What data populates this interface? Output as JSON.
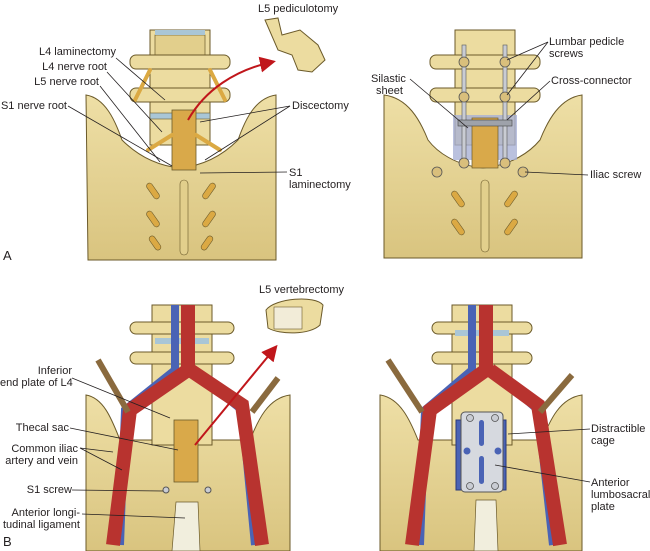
{
  "figure": {
    "panels": [
      {
        "id": "A",
        "letter": "A",
        "left_view": {
          "callout": "L5 pediculotomy",
          "labels": [
            "L4 laminectomy",
            "L4 nerve root",
            "L5 nerve root",
            "S1 nerve root",
            "Discectomy",
            "S1",
            "laminectomy"
          ]
        },
        "right_view": {
          "labels": [
            "Lumbar pedicle",
            "screws",
            "Silastic",
            "sheet",
            "Cross-connector",
            "Iliac screw"
          ]
        }
      },
      {
        "id": "B",
        "letter": "B",
        "left_view": {
          "callout": "L5 vertebrectomy",
          "labels": [
            "Inferior",
            "end plate of L4",
            "Thecal sac",
            "Common iliac",
            "artery and vein",
            "S1 screw",
            "Anterior longi-",
            "tudinal ligament"
          ]
        },
        "right_view": {
          "labels": [
            "Distractible",
            "cage",
            "Anterior",
            "lumbosacral",
            "plate"
          ]
        }
      }
    ],
    "colors": {
      "bone": "#e8d79a",
      "bone_shadow": "#c9b267",
      "artery": "#b8332f",
      "vein": "#4a63b5",
      "nerve": "#dba943",
      "arrow": "#c0161b",
      "metal": "#c9ccd3",
      "disc": "#a9c6d6",
      "ink": "#231f20"
    }
  }
}
